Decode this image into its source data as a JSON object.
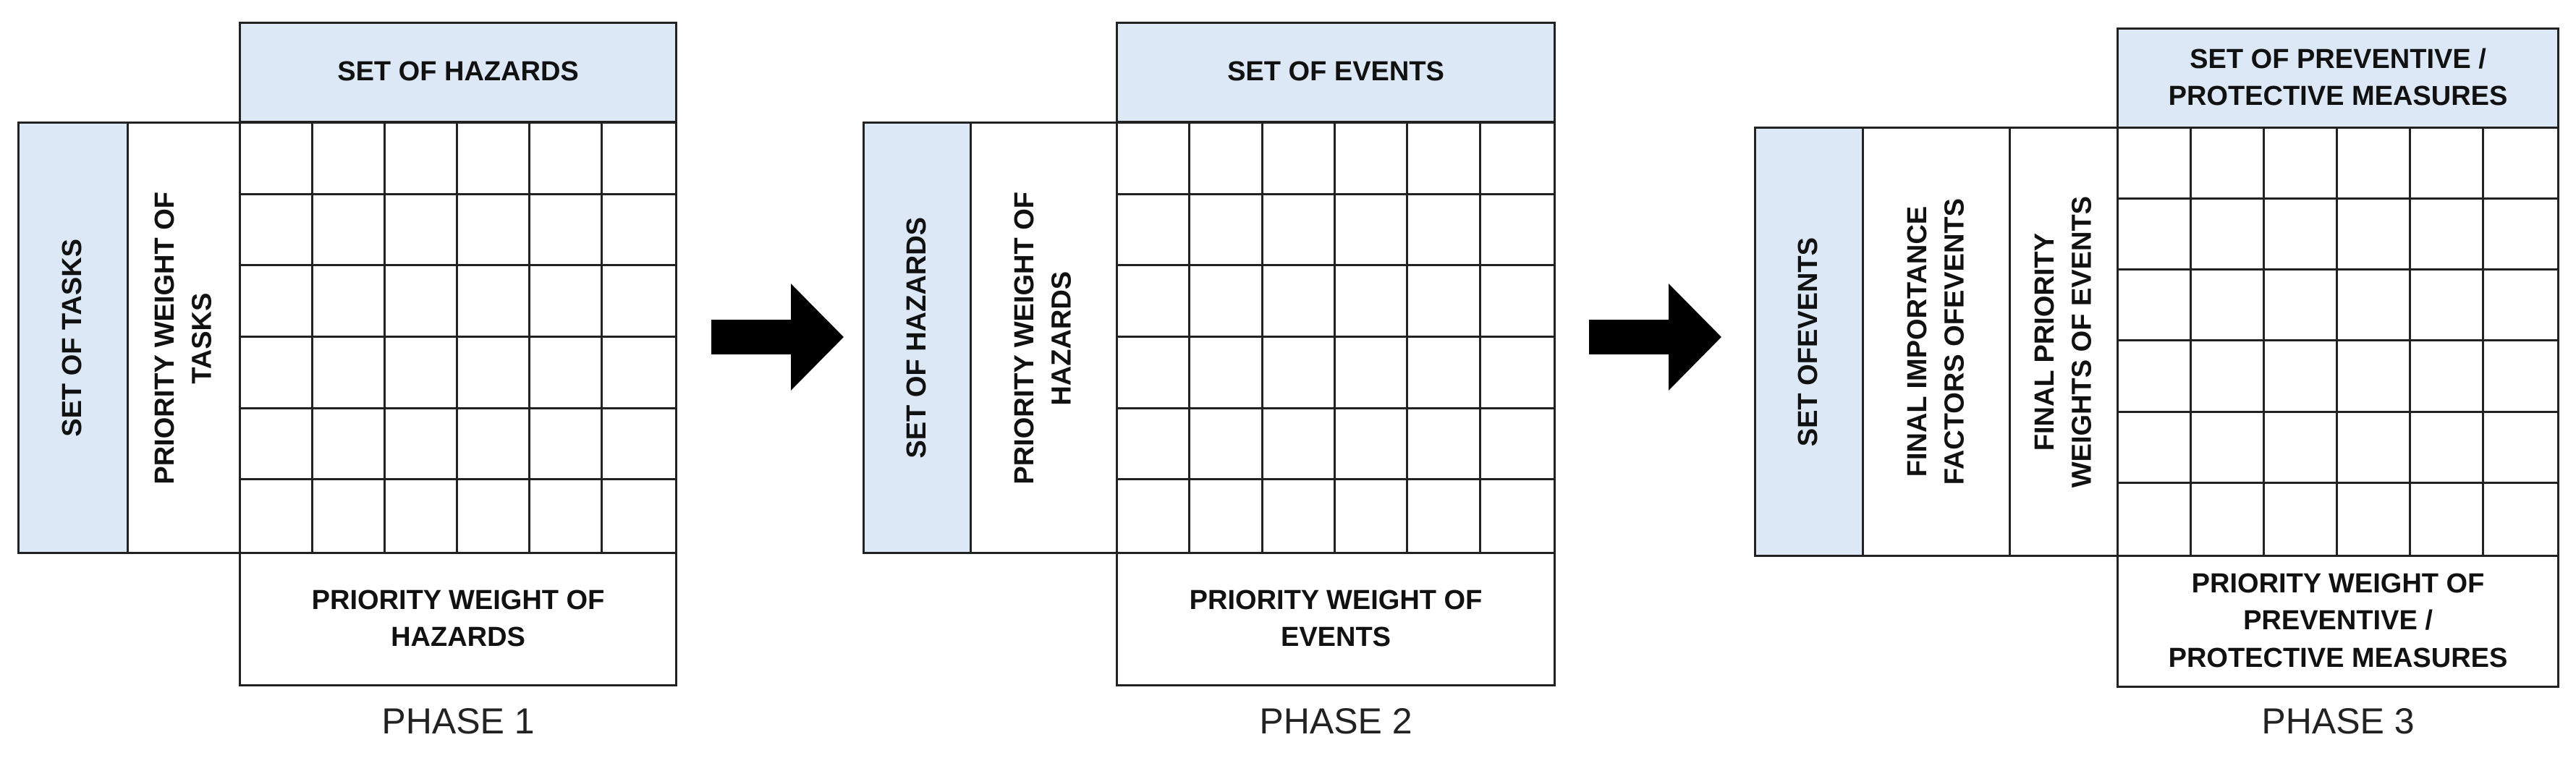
{
  "phase1": {
    "top_header": "SET OF HAZARDS",
    "left_blue": "SET OF TASKS",
    "left_white": "PRIORITY WEIGHT OF\nTASKS",
    "bottom": "PRIORITY WEIGHT OF\nHAZARDS",
    "label": "PHASE 1"
  },
  "phase2": {
    "top_header": "SET OF EVENTS",
    "left_blue": "SET OF HAZARDS",
    "left_white": "PRIORITY WEIGHT OF\nHAZARDS",
    "bottom": "PRIORITY WEIGHT OF\nEVENTS",
    "label": "PHASE 2"
  },
  "phase3": {
    "top_header": "SET OF PREVENTIVE /\nPROTECTIVE MEASURES",
    "left_blue": "SET OFEVENTS",
    "left_white_1": "FINAL IMPORTANCE\nFACTORS OFEVENTS",
    "left_white_2": "FINAL PRIORITY\nWEIGHTS OF EVENTS",
    "bottom": "PRIORITY WEIGHT OF\nPREVENTIVE /\nPROTECTIVE MEASURES",
    "label": "PHASE 3"
  },
  "colors": {
    "header_fill": "#dce8f5",
    "border": "#222222",
    "arrow": "#000000"
  },
  "grid": {
    "rows": 6,
    "cols": 6
  }
}
